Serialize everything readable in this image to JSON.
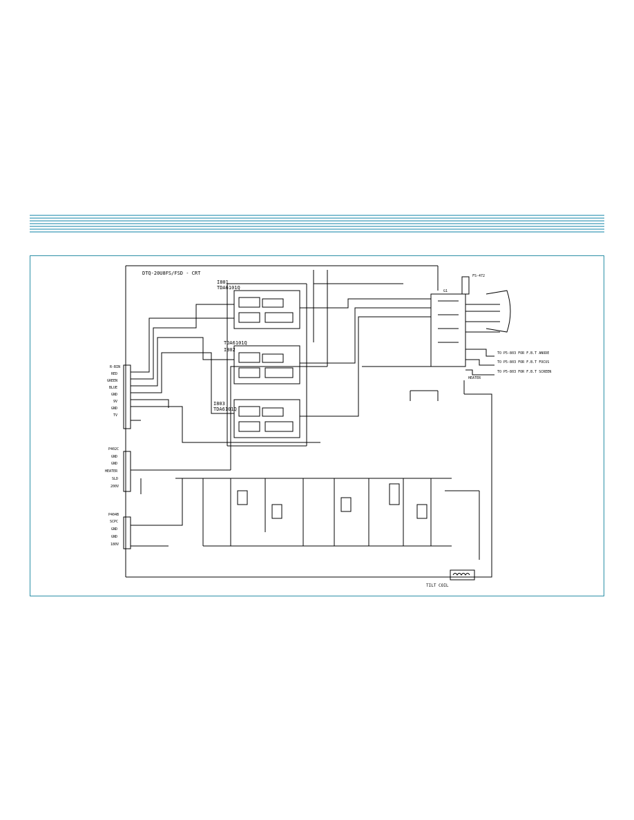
{
  "header": {
    "band_color": "#3a9bb8"
  },
  "schematic": {
    "title": "DTQ-20U8FS/FSD - CRT",
    "ic_labels": [
      "I801",
      "TDA6101Q",
      "TDA6101Q",
      "I802",
      "I803",
      "TDA6101Q"
    ],
    "connector_left": {
      "pins": [
        "R-BIN",
        "RED",
        "GREEN",
        "BLUE",
        "GND",
        "9V",
        "GND",
        "TV"
      ]
    },
    "connector_mid": {
      "pins": [
        "P402C",
        "GND",
        "GND",
        "HEATER",
        "SLD",
        "200V"
      ]
    },
    "connector_low": {
      "pins": [
        "P404B",
        "SCPC",
        "GND",
        "GND",
        "180V"
      ]
    },
    "right_labels": {
      "top": "FS-472",
      "fbt1": "TO P5-803 FOR\nF.B.T ANODE",
      "fbt2": "TO P5-803 FOR\nF.B.T FOCUS",
      "fbt3": "TO P5-803 FOR\nF.B.T SCREEN",
      "heater": "HEATER",
      "crt_socket": "G1"
    },
    "bottom_label": "TILT COIL"
  }
}
